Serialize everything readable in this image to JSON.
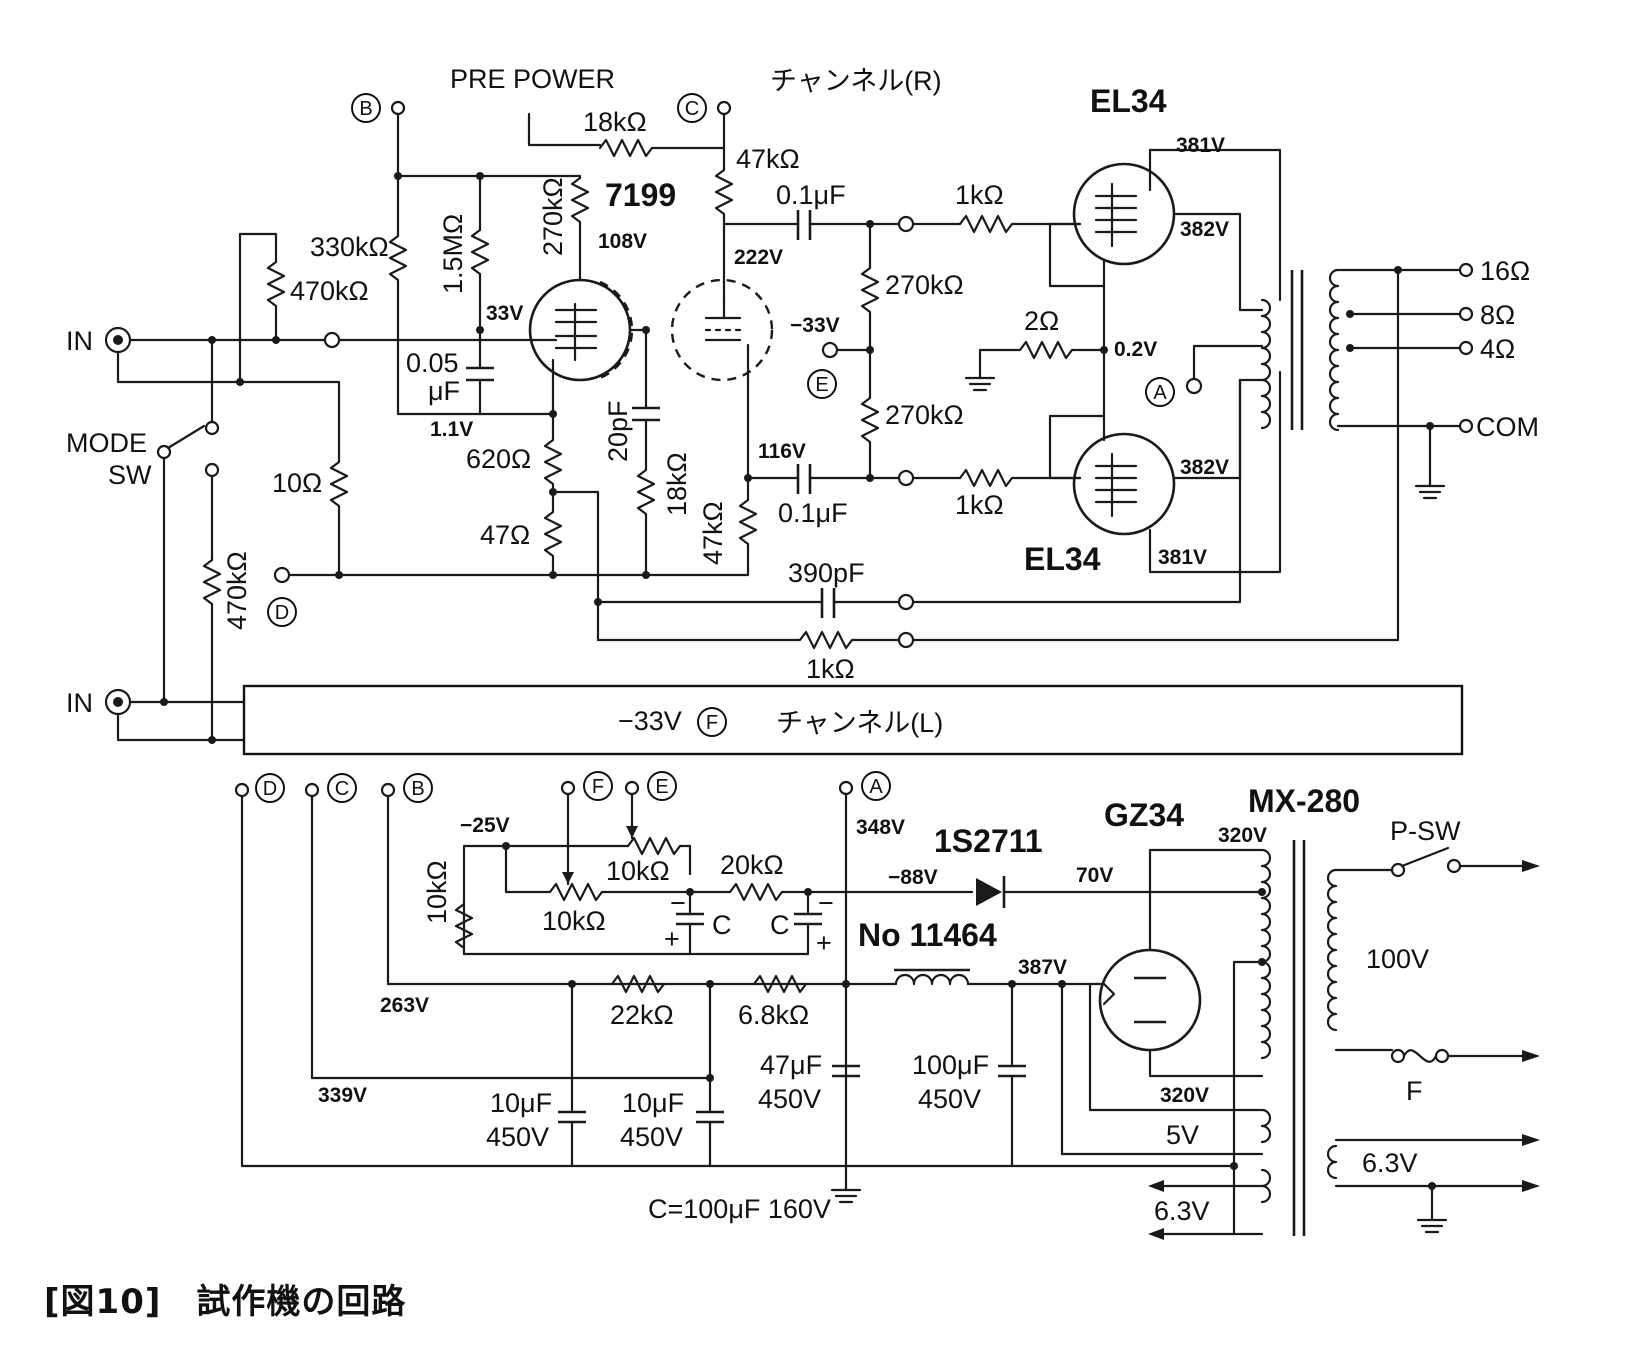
{
  "caption": "[図10]　試作機の回路",
  "labels": {
    "pre_power": "PRE POWER",
    "channel_r": "チャンネル(R)",
    "channel_l": "チャンネル(L)",
    "in": "IN",
    "mode_sw_line1": "MODE",
    "mode_sw_line2": "SW",
    "tube_7199": "7199",
    "tube_el34": "EL34",
    "tube_gz34": "GZ34",
    "transformer": "MX-280",
    "diode": "1S2711",
    "choke": "No 11464",
    "p_sw": "P-SW",
    "fuse": "F",
    "mains": "100V",
    "heater": "6.3V",
    "heater_5v": "5V",
    "cap_note": "C=100μF 160V",
    "cap_c": "C",
    "out_16": "16Ω",
    "out_8": "8Ω",
    "out_4": "4Ω",
    "out_com": "COM",
    "minus_33v": "−33V",
    "minus_33v_f": "−33V"
  },
  "nodes": {
    "A": "A",
    "B": "B",
    "C": "C",
    "D": "D",
    "E": "E",
    "F": "F"
  },
  "components": {
    "r_18k": "18kΩ",
    "r_47k_top": "47kΩ",
    "r_330k": "330kΩ",
    "r_470k_a": "470kΩ",
    "r_1m5": "1.5MΩ",
    "r_270k_a": "270kΩ",
    "r_270k_b": "270kΩ",
    "r_270k_c": "270kΩ",
    "r_1k_a": "1kΩ",
    "r_1k_b": "1kΩ",
    "r_1k_c": "1kΩ",
    "r_2": "2Ω",
    "r_10": "10Ω",
    "r_620": "620Ω",
    "r_47": "47Ω",
    "r_18k_b": "18kΩ",
    "r_47k_b": "47kΩ",
    "r_470k_b": "470kΩ",
    "r_10k_a": "10kΩ",
    "r_10k_b": "10kΩ",
    "r_10k_c": "10kΩ",
    "r_20k": "20kΩ",
    "r_22k": "22kΩ",
    "r_6k8": "6.8kΩ",
    "c_01_a": "0.1μF",
    "c_01_b": "0.1μF",
    "c_005_line1": "0.05",
    "c_005_line2": "μF",
    "c_20p": "20pF",
    "c_390p": "390pF",
    "c_10u_a_line1": "10μF",
    "c_10u_a_line2": "450V",
    "c_10u_b_line1": "10μF",
    "c_10u_b_line2": "450V",
    "c_47u_line1": "47μF",
    "c_47u_line2": "450V",
    "c_100u_line1": "100μF",
    "c_100u_line2": "450V"
  },
  "voltages": {
    "v108": "108V",
    "v222": "222V",
    "v33": "33V",
    "v11": "1.1V",
    "v116": "116V",
    "v381a": "381V",
    "v382a": "382V",
    "v382b": "382V",
    "v381b": "381V",
    "v02": "0.2V",
    "v348": "348V",
    "v25": "−25V",
    "v88": "−88V",
    "v70": "70V",
    "v387": "387V",
    "v320a": "320V",
    "v320b": "320V",
    "v263": "263V",
    "v339": "339V"
  }
}
